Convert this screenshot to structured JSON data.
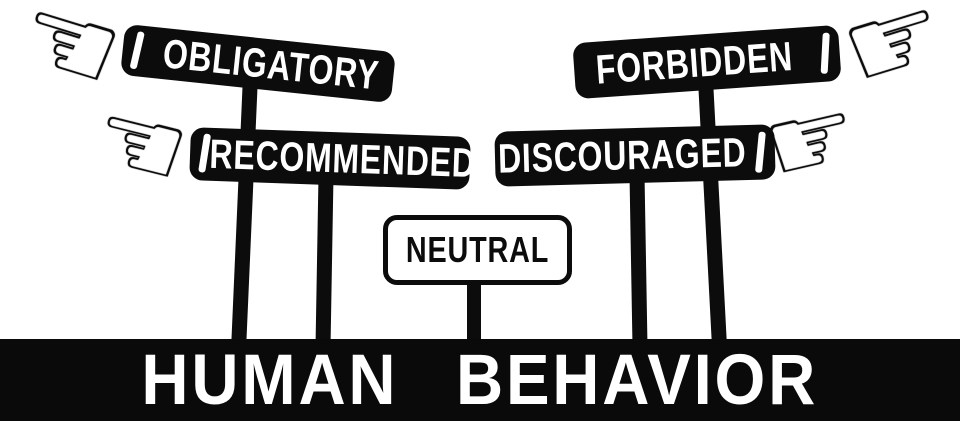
{
  "title": "Human behavior signpost diagram",
  "banner": {
    "label": "HUMAN BEHAVIOR"
  },
  "signs": [
    {
      "id": "obligatory",
      "label": "OBLIGATORY",
      "style": "filled",
      "hand": "left"
    },
    {
      "id": "recommended",
      "label": "RECOMMENDED",
      "style": "filled",
      "hand": "left"
    },
    {
      "id": "neutral",
      "label": "NEUTRAL",
      "style": "outline",
      "hand": "none"
    },
    {
      "id": "discouraged",
      "label": "DISCOURAGED",
      "style": "filled",
      "hand": "right"
    },
    {
      "id": "forbidden",
      "label": "FORBIDDEN",
      "style": "filled",
      "hand": "right"
    }
  ],
  "icons": {
    "left_hand": "☜",
    "right_hand": "☞"
  },
  "colors": {
    "ink": "#0c0c0c",
    "paper": "#ffffff"
  }
}
